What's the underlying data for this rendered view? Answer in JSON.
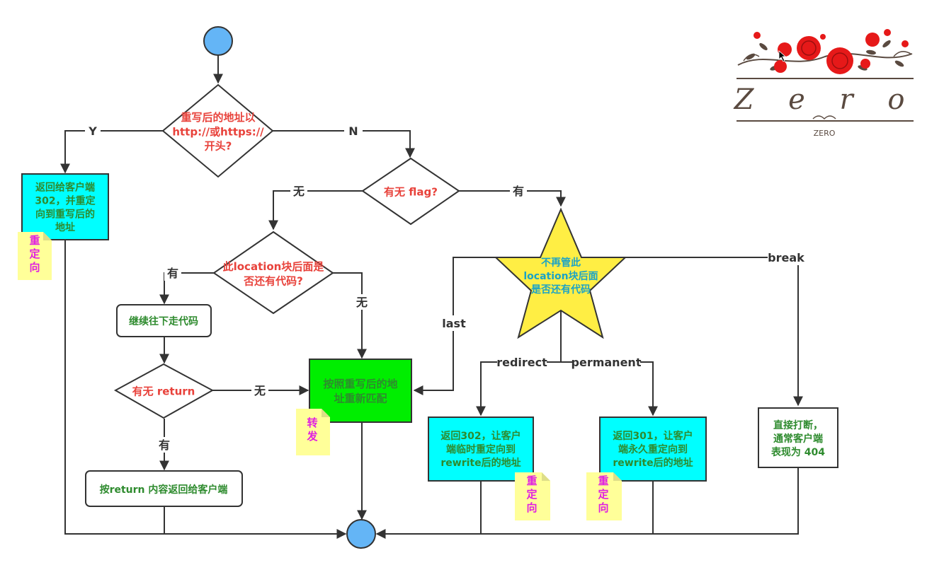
{
  "colors": {
    "red_text": "#e8423b",
    "green_text": "#2e8b2e",
    "cyan_text": "#1aa3c7",
    "magenta_text": "#e020e0",
    "cyan_fill": "#00ffff",
    "green_fill": "#00ee00",
    "star_fill": "#ffee44",
    "circle_fill": "#64b5f6",
    "note_fill": "#ffff99",
    "logo_red": "#e61919",
    "logo_brown": "#5a4a40"
  },
  "logo": {
    "wordmark": "Z e r o",
    "subtitle": "ZERO"
  },
  "nodes": {
    "decision_scheme": {
      "lines": [
        "重写后的地址以",
        "http://或https://",
        "开头?"
      ]
    },
    "return_302": {
      "lines": [
        "返回给客户端",
        "302，并重定",
        "向到重写后的",
        "地址"
      ]
    },
    "decision_flag": {
      "lines": [
        "有无 flag?"
      ]
    },
    "decision_code": {
      "lines": [
        "此location块后面是",
        "否还有代码?"
      ]
    },
    "continue_code": {
      "lines": [
        "继续往下走代码"
      ]
    },
    "decision_return": {
      "lines": [
        "有无  return"
      ]
    },
    "return_content": {
      "lines": [
        "按return 内容返回给客户端"
      ]
    },
    "rematch": {
      "lines": [
        "按照重写后的地",
        "址重新匹配"
      ]
    },
    "star_decision": {
      "lines": [
        "不再管此",
        "location块后面",
        "是否还有代码"
      ]
    },
    "temp_redirect": {
      "lines": [
        "返回302，让客户",
        "端临时重定向到",
        "rewrite后的地址"
      ]
    },
    "perm_redirect": {
      "lines": [
        "返回301，让客户",
        "端永久重定向到",
        "rewrite后的地址"
      ]
    },
    "break_box": {
      "lines": [
        "直接打断，",
        "通常客户端",
        "表现为 404"
      ]
    }
  },
  "notes": {
    "redirect_note_1": {
      "chars": [
        "重",
        "定",
        "向"
      ]
    },
    "forward_note": {
      "chars": [
        "转",
        "发"
      ]
    },
    "redirect_note_2": {
      "chars": [
        "重",
        "定",
        "向"
      ]
    },
    "redirect_note_3": {
      "chars": [
        "重",
        "定",
        "向"
      ]
    }
  },
  "edge_labels": {
    "yes": "Y",
    "no": "N",
    "flag_none": "无",
    "flag_has": "有",
    "code_has": "有",
    "code_none": "无",
    "return_none": "无",
    "return_has": "有",
    "last": "last",
    "break": "break",
    "redirect": "redirect",
    "permanent": "permanent"
  }
}
